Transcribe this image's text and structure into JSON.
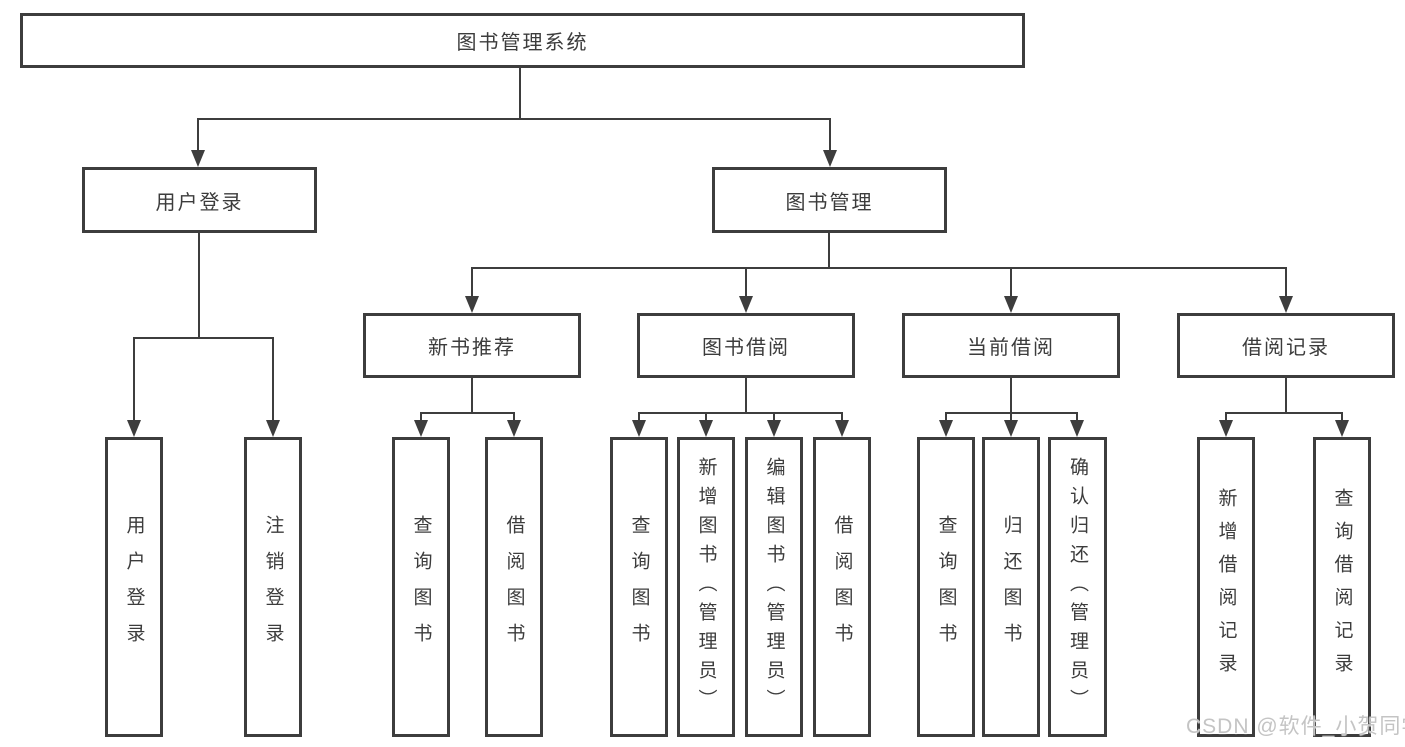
{
  "tree": {
    "root": "图书管理系统",
    "children": [
      {
        "label": "用户登录",
        "children": [
          "用户登录",
          "注销登录"
        ]
      },
      {
        "label": "图书管理",
        "children": [
          {
            "label": "新书推荐",
            "children": [
              "查询图书",
              "借阅图书"
            ]
          },
          {
            "label": "图书借阅",
            "children": [
              "查询图书",
              "新增图书（管理员）",
              "编辑图书（管理员）",
              "借阅图书"
            ]
          },
          {
            "label": "当前借阅",
            "children": [
              "查询图书",
              "归还图书",
              "确认归还（管理员）"
            ]
          },
          {
            "label": "借阅记录",
            "children": [
              "新增借阅记录",
              "查询借阅记录"
            ]
          }
        ]
      }
    ]
  },
  "watermark": {
    "text": "CSDN @软件_小贺同学"
  },
  "colors": {
    "line": "#3d3d3d",
    "text": "#3c3c3c",
    "box_bg": "#ffffff",
    "background": "#ffffff",
    "watermark": "#c4c4c4"
  }
}
